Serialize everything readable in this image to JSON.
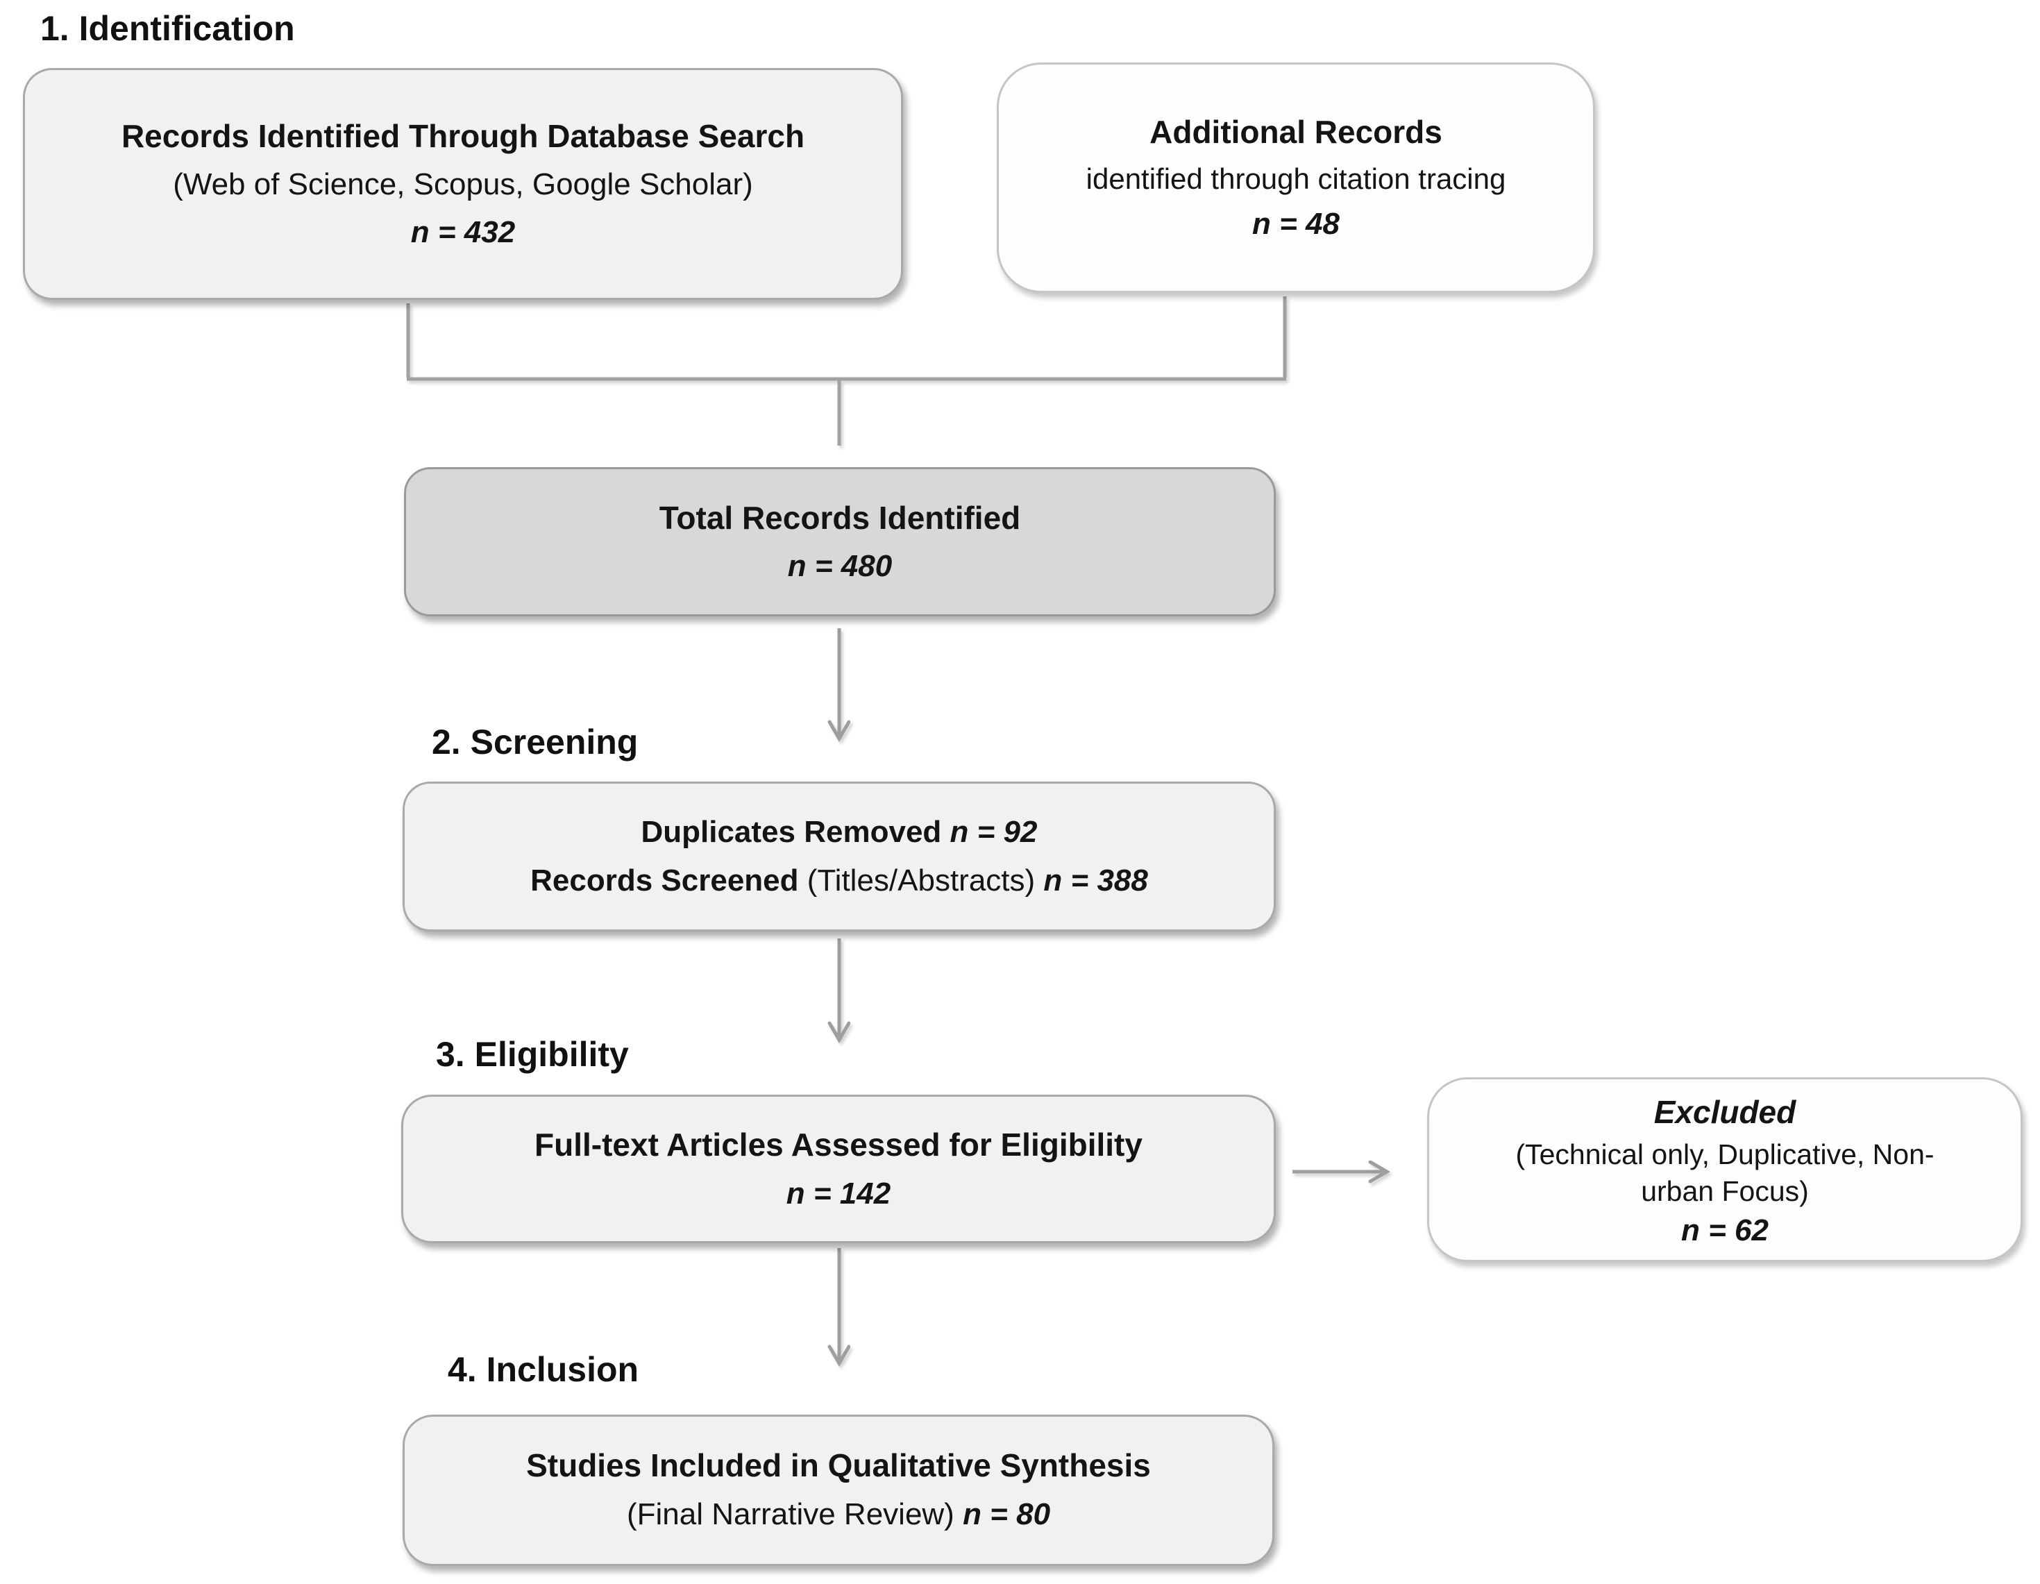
{
  "diagram": {
    "stage_labels": {
      "identification": "1. Identification",
      "screening": "2. Screening",
      "eligibility": "3. Eligibility",
      "inclusion": "4. Inclusion"
    },
    "boxes": {
      "database_search": {
        "title": "Records Identified Through Database Search",
        "subtitle": "(Web of Science, Scopus, Google Scholar)",
        "count": "n = 432"
      },
      "additional_records": {
        "title": "Additional Records",
        "subtitle": "identified through citation tracing",
        "count": "n = 48"
      },
      "total_records": {
        "title": "Total Records Identified",
        "count": "n = 480"
      },
      "screening": {
        "line1_bold": "Duplicates Removed",
        "line1_count": "n = 92",
        "line2_bold": "Records Screened",
        "line2_plain": "(Titles/Abstracts)",
        "line2_count": "n = 388"
      },
      "eligibility": {
        "title": "Full-text Articles Assessed for Eligibility",
        "count": "n = 142"
      },
      "excluded": {
        "title": "Excluded",
        "reason_line1": "(Technical only, Duplicative, Non-",
        "reason_line2": "urban Focus)",
        "count": "n = 62"
      },
      "included": {
        "title": "Studies Included in Qualitative Synthesis",
        "subtitle_plain": "(Final Narrative Review)",
        "count": "n = 80"
      }
    },
    "colors": {
      "light_box_fill": "#f1f1f1",
      "dark_box_fill": "#d8d8d8",
      "white_box_fill": "#fdfdfd",
      "light_box_border": "#a9a9a9",
      "white_box_border": "#c5c5c5",
      "connector": "#9e9e9e",
      "text": "#141414"
    }
  }
}
